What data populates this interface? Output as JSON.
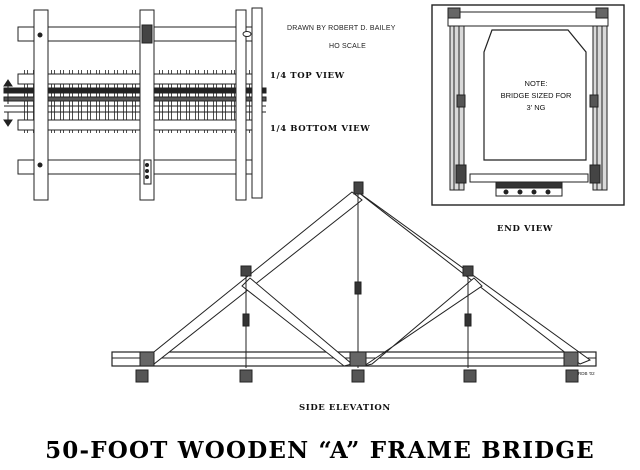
{
  "drawn_by": "DRAWN BY ROBERT D. BAILEY",
  "scale": "HO SCALE",
  "labels": {
    "top_view": "1/4 TOP VIEW",
    "bottom_view": "1/4 BOTTOM VIEW",
    "end_view": "END VIEW",
    "side_elevation": "SIDE ELEVATION"
  },
  "note": {
    "line1": "NOTE:",
    "line2": "BRIDGE SIZED FOR",
    "line3": "3' NG"
  },
  "signature": "RDB '02",
  "title": "50-FOOT WOODEN “A” FRAME BRIDGE"
}
